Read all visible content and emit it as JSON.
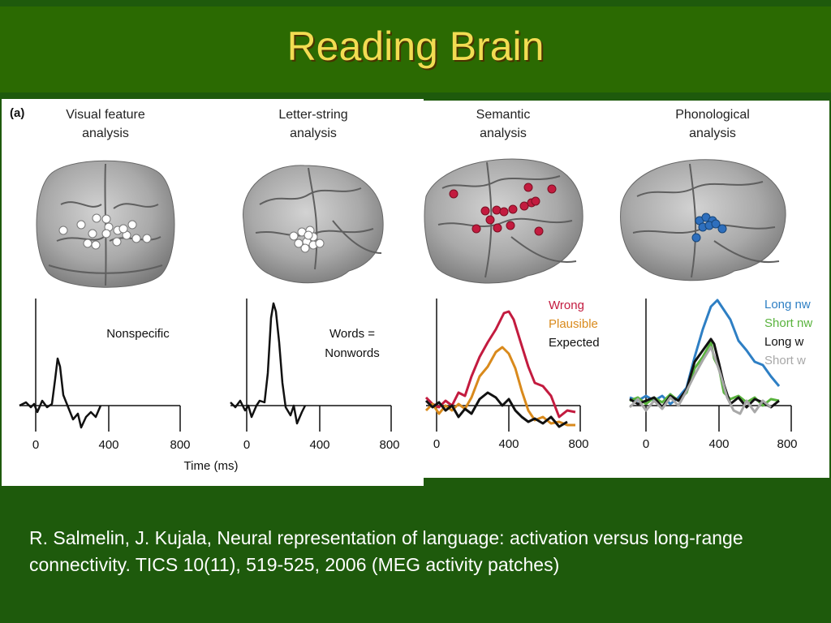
{
  "slide": {
    "title": "Reading Brain",
    "citation": "R. Salmelin, J. Kujala, Neural representation of language: activation versus long-range connectivity.  TICS 10(11), 519-525, 2006 (MEG activity patches)"
  },
  "figure": {
    "panel_label": "(a)",
    "colors": {
      "white_dots": "#ffffff",
      "red_dots": "#c31b3f",
      "blue_dots": "#2e6fbd",
      "trace_black": "#111111",
      "wrong": "#c31b3f",
      "plausible": "#d98a1c",
      "expected": "#111111",
      "long_nw": "#2e7fc4",
      "short_nw": "#59b33d",
      "long_w": "#111111",
      "short_w": "#a8a8a8"
    },
    "x_axis": {
      "ticks": [
        "0",
        "400",
        "800"
      ],
      "label": "Time (ms)"
    },
    "panels": [
      {
        "title_line1": "Visual feature",
        "title_line2": "analysis",
        "annotation_line1": "Nonspecific",
        "annotation_line2": ""
      },
      {
        "title_line1": "Letter-string",
        "title_line2": "analysis",
        "annotation_line1": "Words =",
        "annotation_line2": "Nonwords"
      },
      {
        "title_line1": "Semantic",
        "title_line2": "analysis",
        "legend": [
          "Wrong",
          "Plausible",
          "Expected"
        ]
      },
      {
        "title_line1": "Phonological",
        "title_line2": "analysis",
        "legend": [
          "Long nw",
          "Short nw",
          "Long w",
          "Short w"
        ]
      }
    ]
  }
}
